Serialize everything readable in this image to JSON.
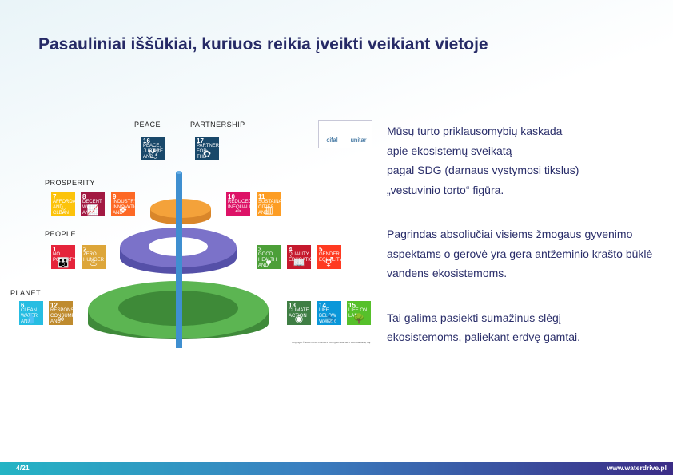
{
  "slide": {
    "title": "Pasauliniai iššūkiai, kuriuos reikia įveikti veikiant vietoje",
    "page": "4/21",
    "site": "www.waterdrive.pl"
  },
  "figure": {
    "levels": {
      "peace": "PEACE",
      "partnership": "PARTNERSHIP",
      "prosperity": "PROSPERITY",
      "people": "PEOPLE",
      "planet": "PLANET"
    },
    "icons": [
      {
        "num": "16",
        "label": "PEACE, JUSTICE AND STRONG INSTITUTIONS",
        "color": "#19486a",
        "sym": "🕊"
      },
      {
        "num": "17",
        "label": "PARTNERSHIPS FOR THE GOALS",
        "color": "#19486a",
        "sym": "✿"
      },
      {
        "num": "7",
        "label": "AFFORDABLE AND CLEAN ENERGY",
        "color": "#fcc30b",
        "sym": "☼"
      },
      {
        "num": "8",
        "label": "DECENT WORK AND ECONOMIC GROWTH",
        "color": "#a21942",
        "sym": "📈"
      },
      {
        "num": "9",
        "label": "INDUSTRY, INNOVATION AND INFRASTRUCTURE",
        "color": "#fd6925",
        "sym": "❖"
      },
      {
        "num": "10",
        "label": "REDUCED INEQUALITIES",
        "color": "#dd1367",
        "sym": "⇔"
      },
      {
        "num": "11",
        "label": "SUSTAINABLE CITIES AND COMMUNITIES",
        "color": "#fd9d24",
        "sym": "▥"
      },
      {
        "num": "1",
        "label": "NO POVERTY",
        "color": "#e5243b",
        "sym": "👪"
      },
      {
        "num": "2",
        "label": "ZERO HUNGER",
        "color": "#dda63a",
        "sym": "♨"
      },
      {
        "num": "3",
        "label": "GOOD HEALTH AND WELL-BEING",
        "color": "#4c9f38",
        "sym": "♥"
      },
      {
        "num": "4",
        "label": "QUALITY EDUCATION",
        "color": "#c5192d",
        "sym": "📖"
      },
      {
        "num": "5",
        "label": "GENDER EQUALITY",
        "color": "#ff3a21",
        "sym": "⚥"
      },
      {
        "num": "6",
        "label": "CLEAN WATER AND SANITATION",
        "color": "#26bde2",
        "sym": "💧"
      },
      {
        "num": "12",
        "label": "RESPONSIBLE CONSUMPTION AND PRODUCTION",
        "color": "#bf8b2e",
        "sym": "∞"
      },
      {
        "num": "13",
        "label": "CLIMATE ACTION",
        "color": "#3f7e44",
        "sym": "◉"
      },
      {
        "num": "14",
        "label": "LIFE BELOW WATER",
        "color": "#0a97d9",
        "sym": "🐟"
      },
      {
        "num": "15",
        "label": "LIFE ON LAND",
        "color": "#56c02b",
        "sym": "🌳"
      }
    ],
    "copyright": "Copyright © 2016 CIFAL Flanders . All rights reserved • Luís Mansilha, adj.",
    "logos": {
      "left": "cifal",
      "right": "unitar"
    }
  },
  "body": {
    "p1": [
      "Mūsų turto priklausomybių kaskada",
      "apie ekosistemų sveikatą",
      "pagal SDG (darnaus vystymosi tikslus)",
      "„vestuvinio torto“ figūra."
    ],
    "p2": [
      "Pagrindas absoliučiai visiems žmogaus gyvenimo",
      "aspektams o gerovė yra gera antžeminio krašto būklė",
      "vandens ekosistemoms."
    ],
    "p3": [
      "Tai galima pasiekti sumažinus slėgį",
      "ekosistemoms, paliekant erdvę gamtai."
    ]
  },
  "colors": {
    "tier_top": "#f4a23a",
    "tier_mid": "#7b72c9",
    "tier_base": "#56b04f",
    "axis": "#3f8fd0",
    "title": "#262a66"
  }
}
